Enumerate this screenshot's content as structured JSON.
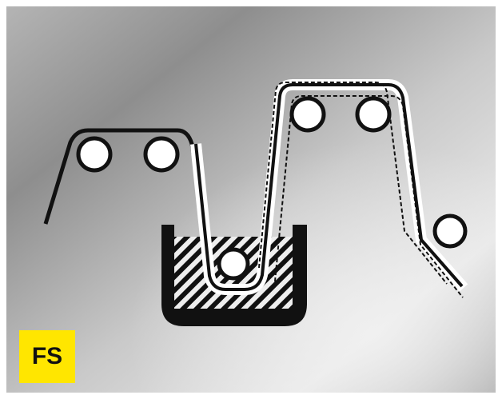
{
  "badge": {
    "label": "FS"
  },
  "colors": {
    "badge_bg": "#ffe600",
    "line": "#111111",
    "roller_fill": "#ffffff",
    "background_light": "#d9d9d9",
    "background_dark": "#8c8c8c"
  },
  "diagram": {
    "type": "process-schematic",
    "elements": [
      {
        "kind": "strip-path",
        "description_key": "left-web"
      },
      {
        "kind": "rollers",
        "count": 6
      },
      {
        "kind": "bath-tank",
        "fill": "hatched"
      },
      {
        "kind": "coated-strip",
        "style": "dashed-outline"
      }
    ]
  }
}
